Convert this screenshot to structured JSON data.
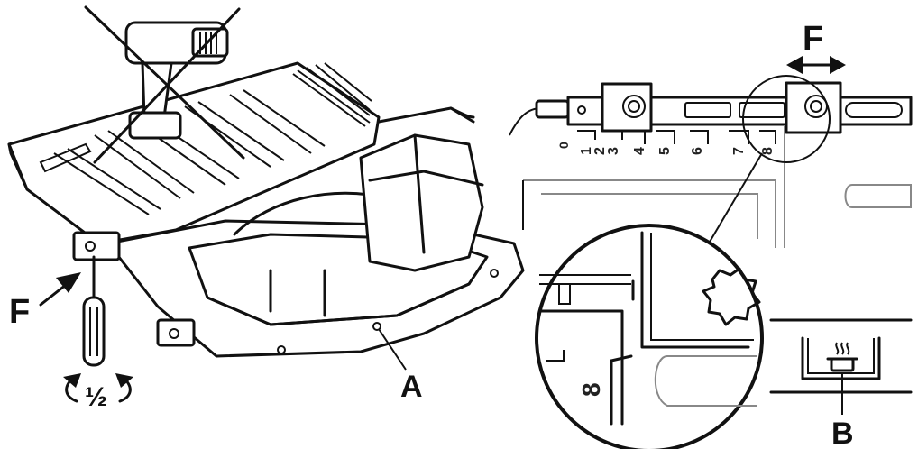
{
  "labels": {
    "f_left": "F",
    "f_right": "F",
    "a": "A",
    "b": "B",
    "half_turn": "½"
  },
  "scale": {
    "marks": [
      "0",
      "1",
      "2",
      "3",
      "4",
      "5",
      "6",
      "7",
      "8"
    ]
  },
  "icons": [
    "cordless-drill-crossed-icon",
    "screwdriver-icon",
    "rotation-arrows-icon",
    "torx-screw-icon",
    "cooking-pot-steam-icon",
    "double-arrow-icon"
  ],
  "colors": {
    "ink": "#111111",
    "paper": "#ffffff",
    "grey": "#888888"
  }
}
